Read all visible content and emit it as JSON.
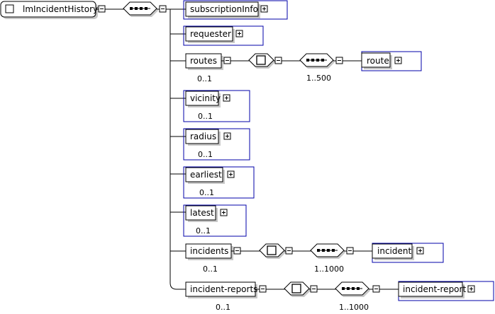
{
  "root": {
    "label": "lmIncidentHistory"
  },
  "elements": [
    {
      "id": "subscriptionInfo",
      "label": "subscriptionInfo",
      "occurs": ""
    },
    {
      "id": "requester",
      "label": "requester",
      "occurs": ""
    },
    {
      "id": "routes",
      "label": "routes",
      "occurs": "0..1",
      "child": {
        "label": "route",
        "occurs": "1..500"
      }
    },
    {
      "id": "vicinity",
      "label": "vicinity",
      "occurs": "0..1"
    },
    {
      "id": "radius",
      "label": "radius",
      "occurs": "0..1"
    },
    {
      "id": "earliest",
      "label": "earliest",
      "occurs": "0..1"
    },
    {
      "id": "latest",
      "label": "latest",
      "occurs": "0..1"
    },
    {
      "id": "incidents",
      "label": "incidents",
      "occurs": "0..1",
      "child": {
        "label": "incident",
        "occurs": "1..1000"
      }
    },
    {
      "id": "incident-reports",
      "label": "incident-reports",
      "occurs": "0..1",
      "child": {
        "label": "incident-report",
        "occurs": "1..1000"
      }
    }
  ]
}
